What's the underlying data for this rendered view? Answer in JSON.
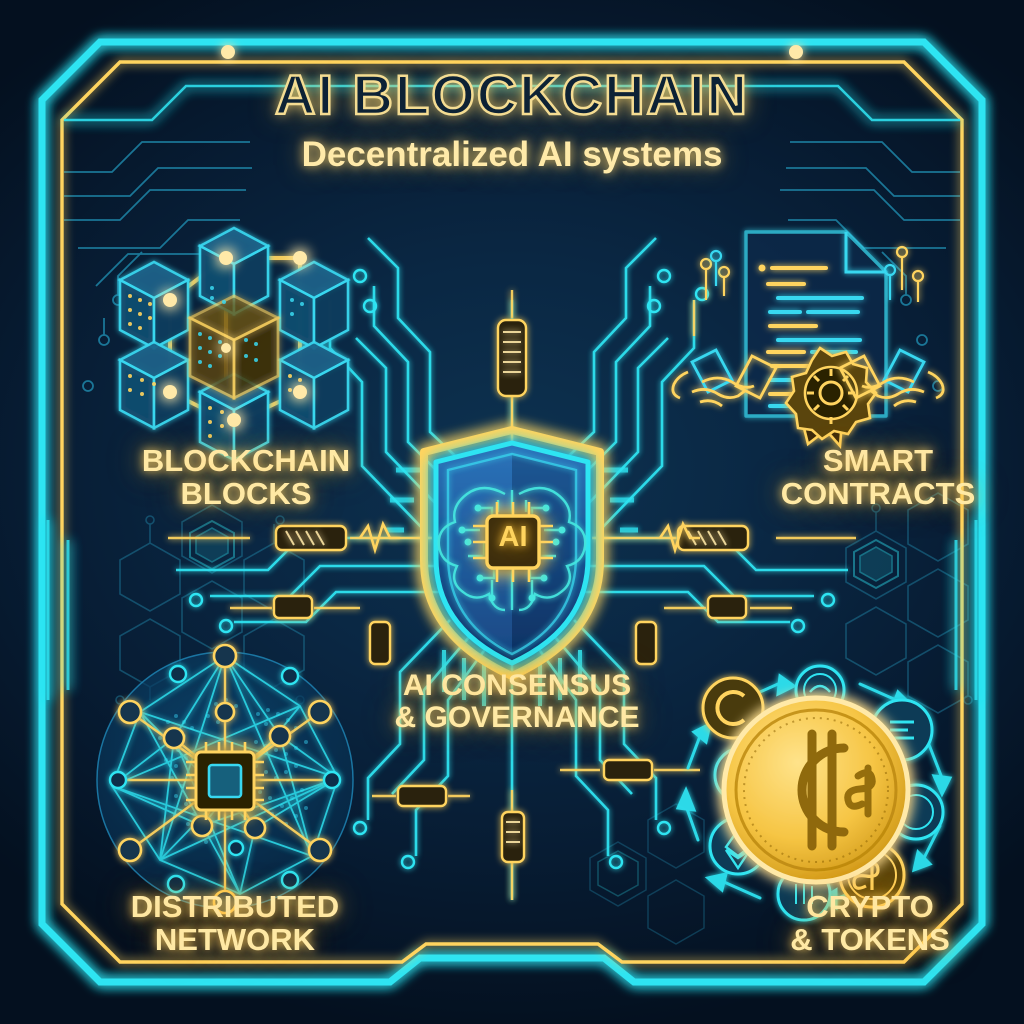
{
  "poster": {
    "title": "AI BLOCKCHAIN",
    "subtitle": "Decentralized AI systems",
    "center_label_line1": "AI CONSENSUS",
    "center_label_line2": "& GOVERNANCE",
    "core_badge": "AI"
  },
  "quadrants": [
    {
      "id": "blockchain-blocks",
      "label_line1": "BLOCKCHAIN",
      "label_line2": "BLOCKS",
      "icon": "isometric-cubes-icon",
      "position": "top-left"
    },
    {
      "id": "smart-contracts",
      "label_line1": "SMART",
      "label_line2": "CONTRACTS",
      "icon": "contract-document-handshake-icon",
      "position": "top-right"
    },
    {
      "id": "distributed-network",
      "label_line1": "DISTRIBUTED",
      "label_line2": "NETWORK",
      "icon": "globe-network-chip-icon",
      "position": "bottom-left"
    },
    {
      "id": "crypto-tokens",
      "label_line1": "CRYPTO",
      "label_line2": "& TOKENS",
      "icon": "coins-exchange-icon",
      "position": "bottom-right"
    }
  ],
  "colors": {
    "background_deep": "#04101f",
    "background_mid": "#0d3250",
    "neon_cyan": "#2fe4f2",
    "neon_cyan_soft": "#38c8e8",
    "gold": "#ffd45e",
    "gold_pale": "#f4dc92",
    "text_cream": "#ffe9a8",
    "shield_blue": "#1d5f9e",
    "shield_dark": "#143b6b"
  },
  "icon_semantics": {
    "shield": "shield-icon",
    "brain_circuit": "brain-circuit-icon",
    "chip": "cpu-chip-icon",
    "document": "document-icon",
    "seal": "award-seal-gear-icon",
    "handshake": "handshake-icon",
    "globe": "globe-icon",
    "coin": "coin-icon",
    "arrow": "arrow-icon",
    "hexagon": "hexagon-pattern-icon",
    "resistor": "resistor-component-icon",
    "node_dot": "circuit-node-icon"
  }
}
